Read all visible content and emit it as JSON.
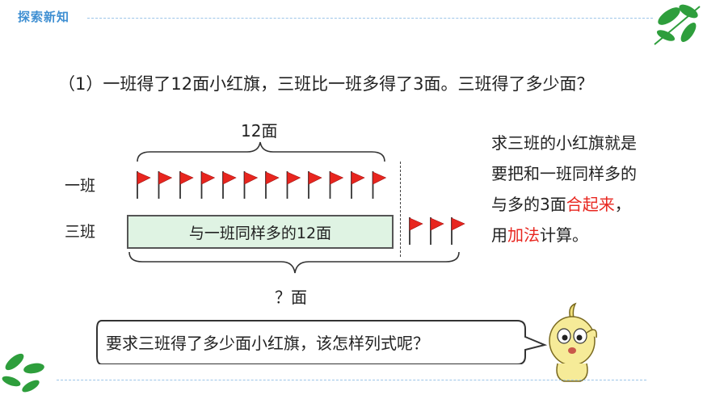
{
  "header": {
    "title": "探索新知"
  },
  "question": "（1）一班得了12面小红旗，三班比一班多得了3面。三班得了多少面？",
  "diagram": {
    "top_label": "12面",
    "row1_label": "一班",
    "row2_label": "三班",
    "box_text": "与一班同样多的12面",
    "bottom_label": "？面",
    "row1_flag_count": 12,
    "extra_flag_count": 3,
    "flag_color": "#e8261f"
  },
  "explanation": {
    "line1": "求三班的小红旗就是",
    "line2": "要把和一班同样多的",
    "line3_a": "与多的3面",
    "line3_b": "合起来",
    "line3_c": "，",
    "line4_a": "用",
    "line4_b": "加法",
    "line4_c": "计算。"
  },
  "speech": {
    "text": "要求三班得了多少面小红旗，该怎样列式呢？"
  },
  "colors": {
    "accent_red": "#e8261f",
    "header_blue": "#3f8fd2",
    "leaf_green": "#2e9e3c",
    "box_fill": "#dff3e3"
  }
}
